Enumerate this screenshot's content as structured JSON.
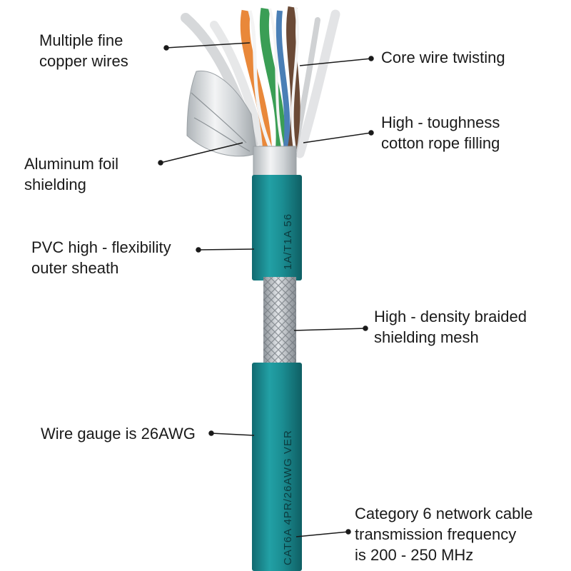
{
  "colors": {
    "sheath": "#1d8f94",
    "sheath_dark": "#136d72",
    "foil": "#d9dde0",
    "braid": "#b9bec4",
    "text": "#1a1a1a"
  },
  "sheath_print": {
    "upper": "1A/T1A 56",
    "lower": "CAT6A 4PR/26AWG VER"
  },
  "labels": {
    "copper_wires": [
      "Multiple fine",
      "copper wires"
    ],
    "twisting": [
      "Core wire twisting"
    ],
    "filling": [
      "High - toughness",
      "cotton rope filling"
    ],
    "foil": [
      "Aluminum foil",
      "shielding"
    ],
    "sheath": [
      "PVC high - flexibility",
      "outer sheath"
    ],
    "braid": [
      "High - density braided",
      "shielding mesh"
    ],
    "gauge": [
      "Wire gauge is 26AWG"
    ],
    "category": [
      "Category 6 network cable",
      "transmission frequency",
      "is 200 - 250 MHz"
    ]
  }
}
